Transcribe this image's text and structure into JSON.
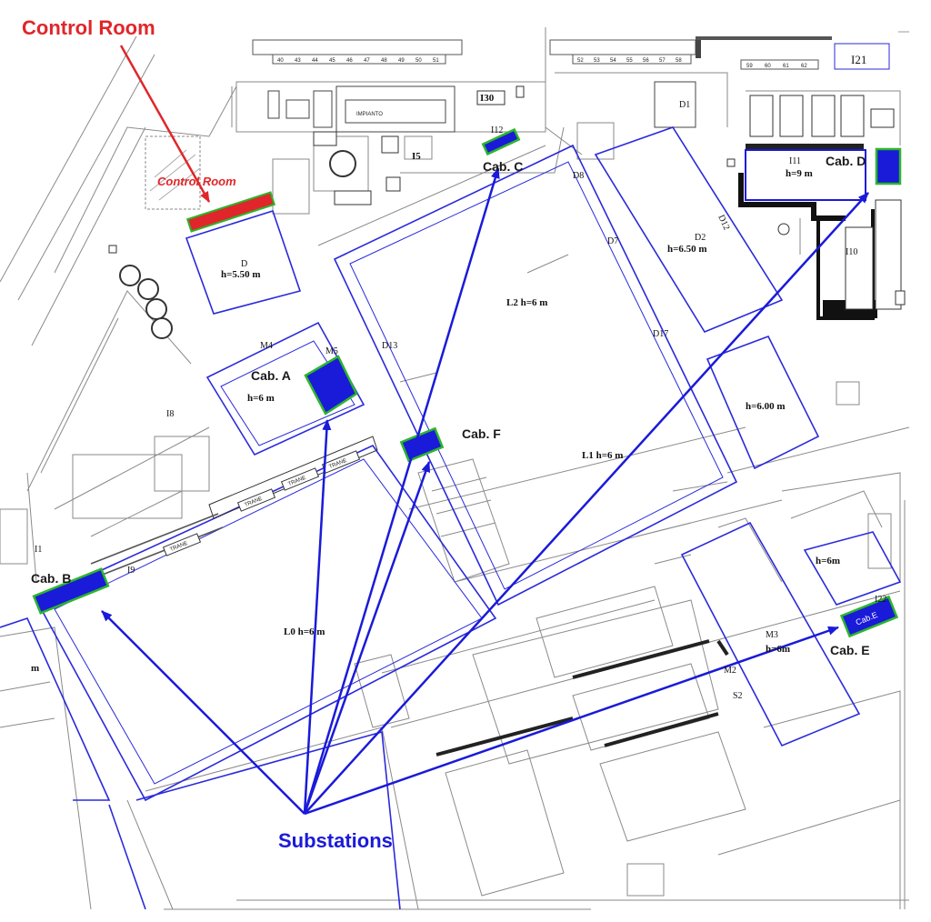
{
  "annotations": {
    "control_room_main": "Control Room",
    "control_room_map": "Control Room",
    "substations": "Substations",
    "colors": {
      "red": "#e0262a",
      "blue": "#1a1ad9",
      "green": "#2db52d",
      "outline": "#2a2adb"
    }
  },
  "cabins": {
    "a": "Cab. A",
    "b": "Cab. B",
    "c": "Cab. C",
    "d": "Cab. D",
    "e": "Cab. E",
    "f": "Cab. F"
  },
  "buildings": {
    "d": "D",
    "d_h": "h=5.50 m",
    "a_h": "h=6 m",
    "l2": "L2 h=6 m",
    "l1": "L1 h=6 m",
    "l0": "L0 h=6 m",
    "d2": "D2",
    "d2_h": "h=6.50 m",
    "i11": "I11",
    "i11_h": "h=9 m",
    "i10": "I10",
    "h600": "h=6.00 m",
    "h6m": "h=6m",
    "m3": "M3",
    "m3_h": "h=6m",
    "i30": "I30",
    "i5": "I5",
    "i21": "I21",
    "i12": "I12",
    "i22": "I22",
    "d13": "D13",
    "d17": "D17",
    "d7": "D7",
    "d8": "D8",
    "m4": "M4",
    "m5": "M5",
    "i8": "I8",
    "i1": "I1",
    "i9": "I9",
    "d1": "D1",
    "s2": "S2",
    "m2": "M2",
    "d12": "D12",
    "m_left": "m",
    "cab_e_inner": "Cab.E"
  },
  "labels": {
    "trane": "TRANE",
    "impianto": "IMPIANTO",
    "slots_left": [
      "40",
      "43",
      "44",
      "45",
      "46",
      "47",
      "48",
      "49",
      "50",
      "51"
    ],
    "slots_right": [
      "52",
      "53",
      "54",
      "55",
      "56",
      "57",
      "58"
    ],
    "slots_far": [
      "59",
      "60",
      "61",
      "62"
    ]
  }
}
